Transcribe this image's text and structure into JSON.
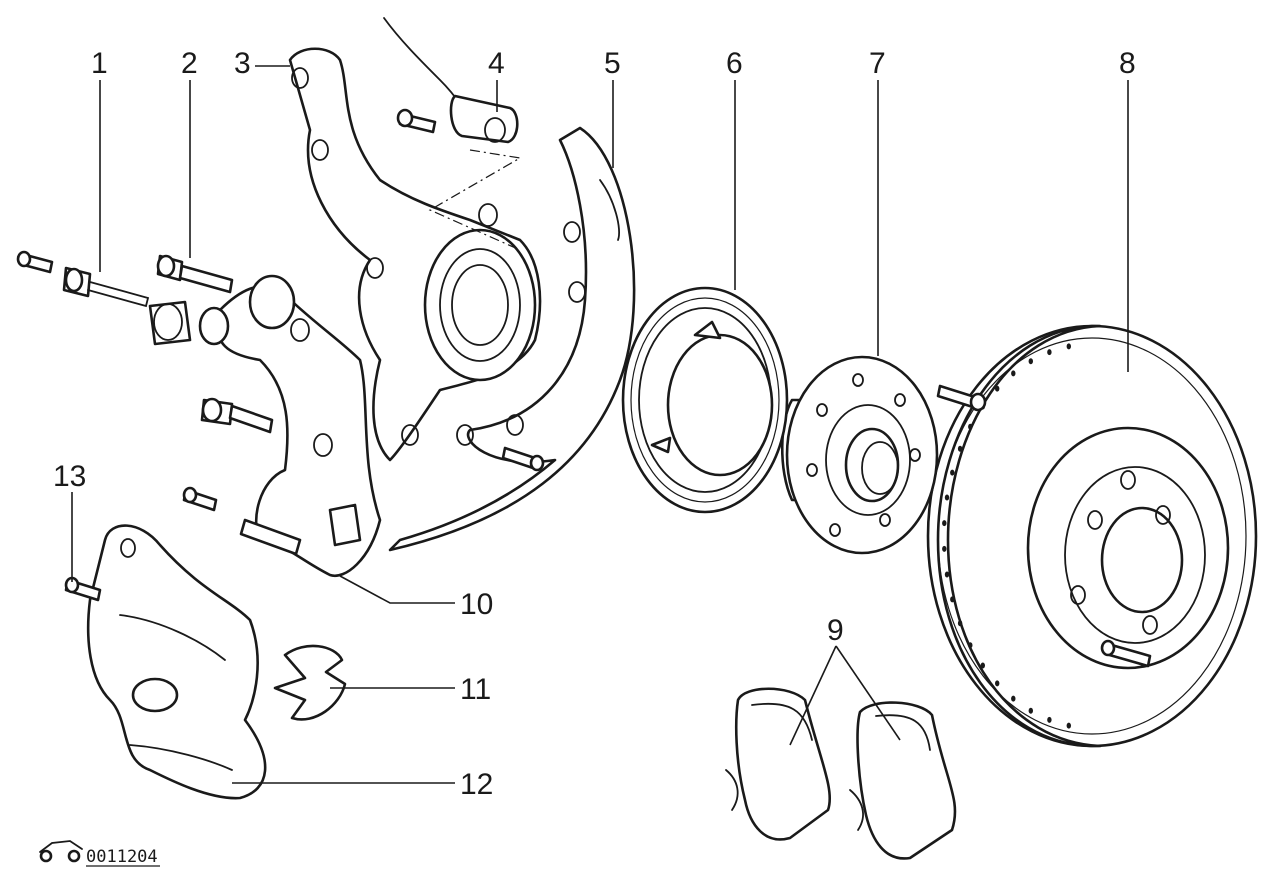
{
  "diagram": {
    "callouts": [
      {
        "id": "1",
        "text": "1"
      },
      {
        "id": "2",
        "text": "2"
      },
      {
        "id": "3",
        "text": "3"
      },
      {
        "id": "4",
        "text": "4"
      },
      {
        "id": "5",
        "text": "5"
      },
      {
        "id": "6",
        "text": "6"
      },
      {
        "id": "7",
        "text": "7"
      },
      {
        "id": "8",
        "text": "8"
      },
      {
        "id": "9",
        "text": "9"
      },
      {
        "id": "10",
        "text": "10"
      },
      {
        "id": "11",
        "text": "11"
      },
      {
        "id": "12",
        "text": "12"
      },
      {
        "id": "13",
        "text": "13"
      }
    ],
    "reference_code": "0011204",
    "colors": {
      "ink": "#1a1a1a",
      "paper": "#ffffff"
    }
  }
}
